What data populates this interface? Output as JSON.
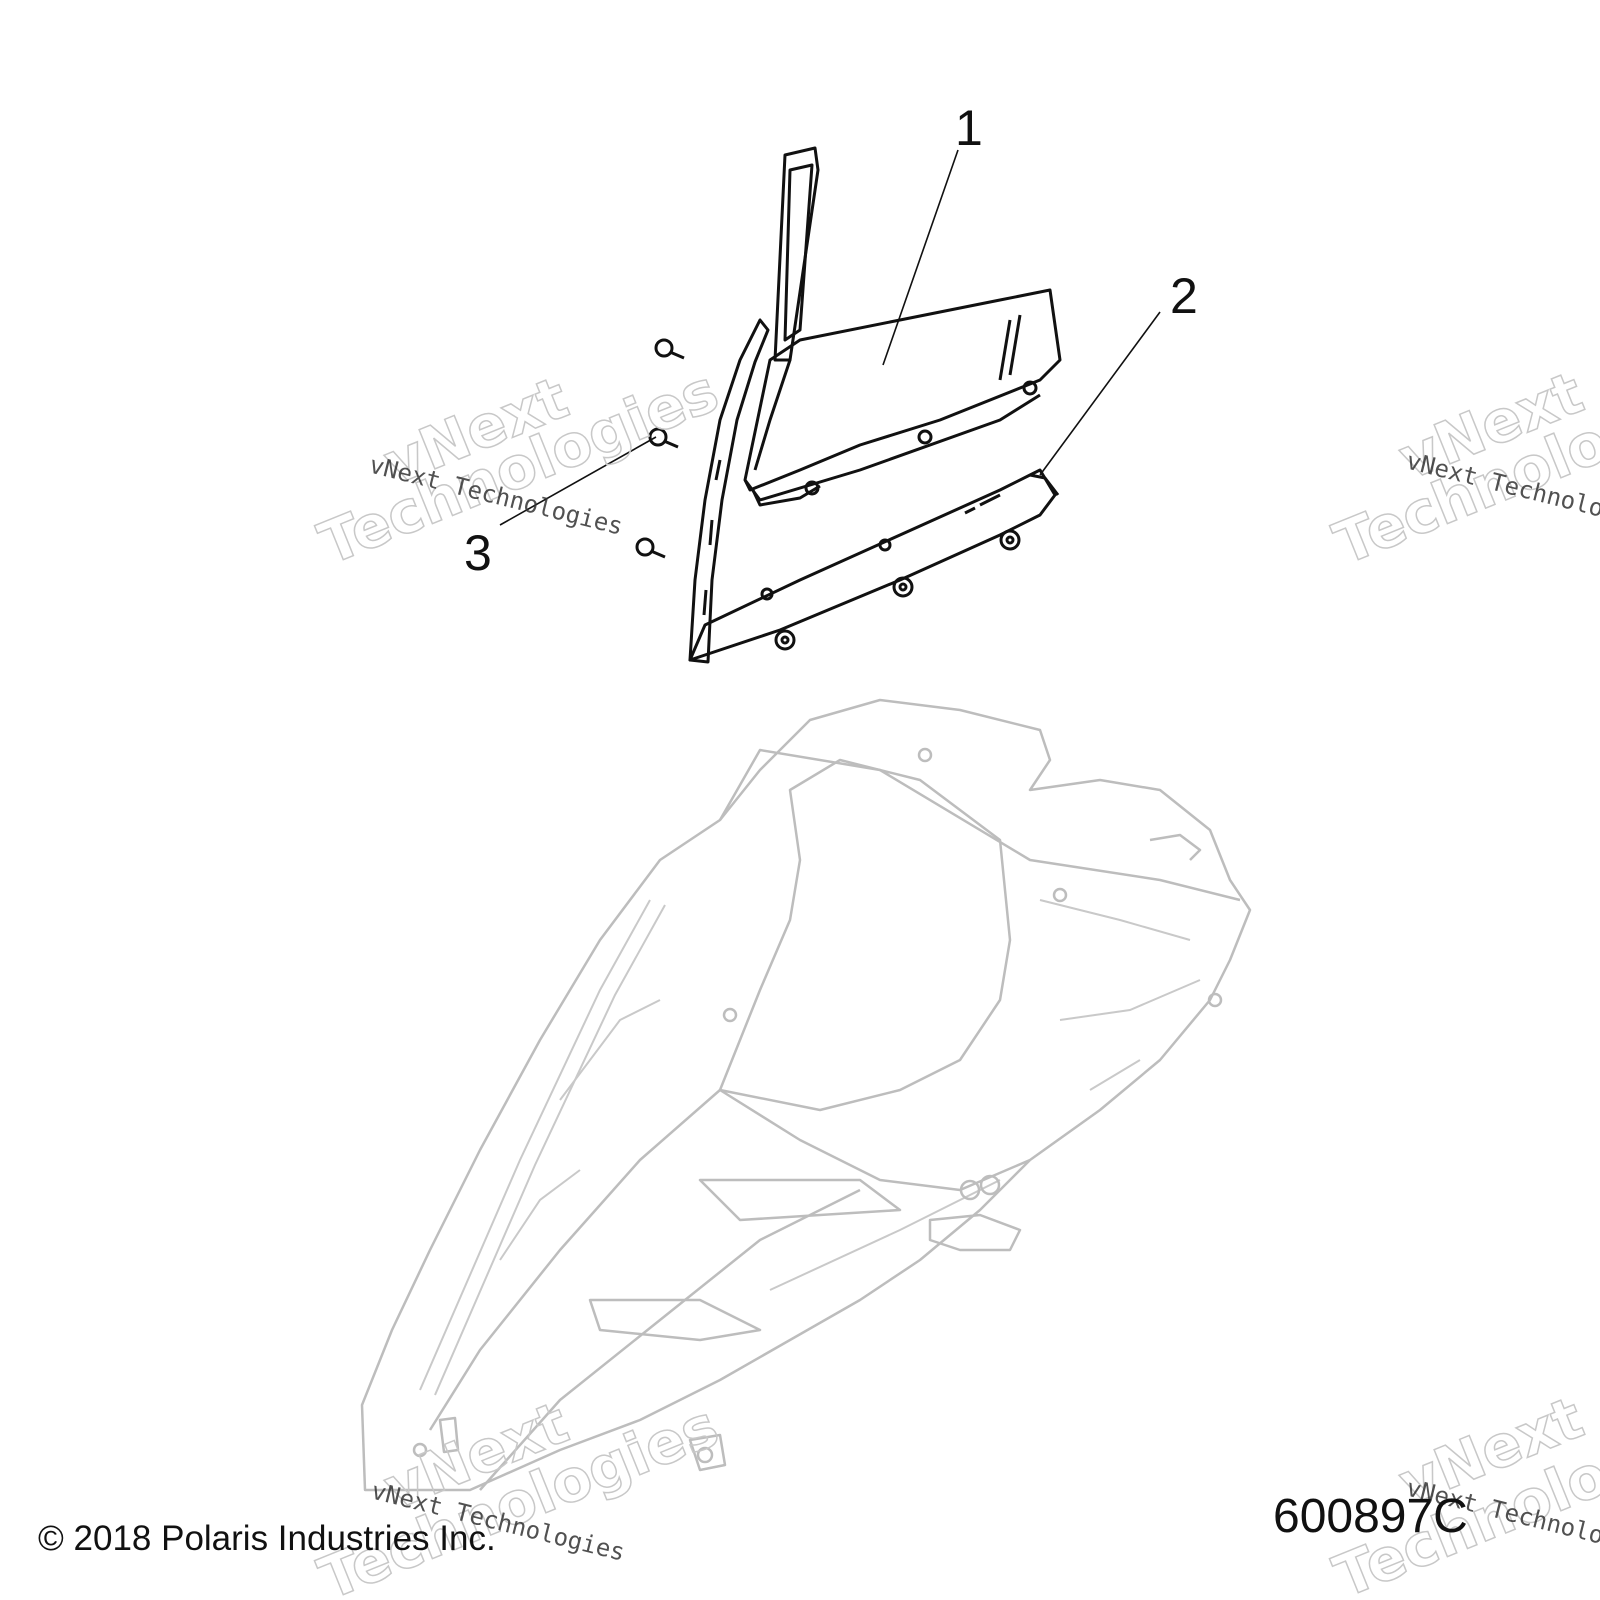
{
  "callouts": [
    {
      "id": "1",
      "label": "1"
    },
    {
      "id": "2",
      "label": "2"
    },
    {
      "id": "3",
      "label": "3"
    }
  ],
  "copyright": "© 2018 Polaris Industries Inc.",
  "part_number": "600897C",
  "watermark": {
    "line1": "vNext Technologies",
    "line2_a": "vNext",
    "line2_b": "Technologies"
  },
  "colors": {
    "windshield_tint": "#d6d6d6",
    "ghost_line": "#bdbdbd",
    "ink": "#111111"
  }
}
